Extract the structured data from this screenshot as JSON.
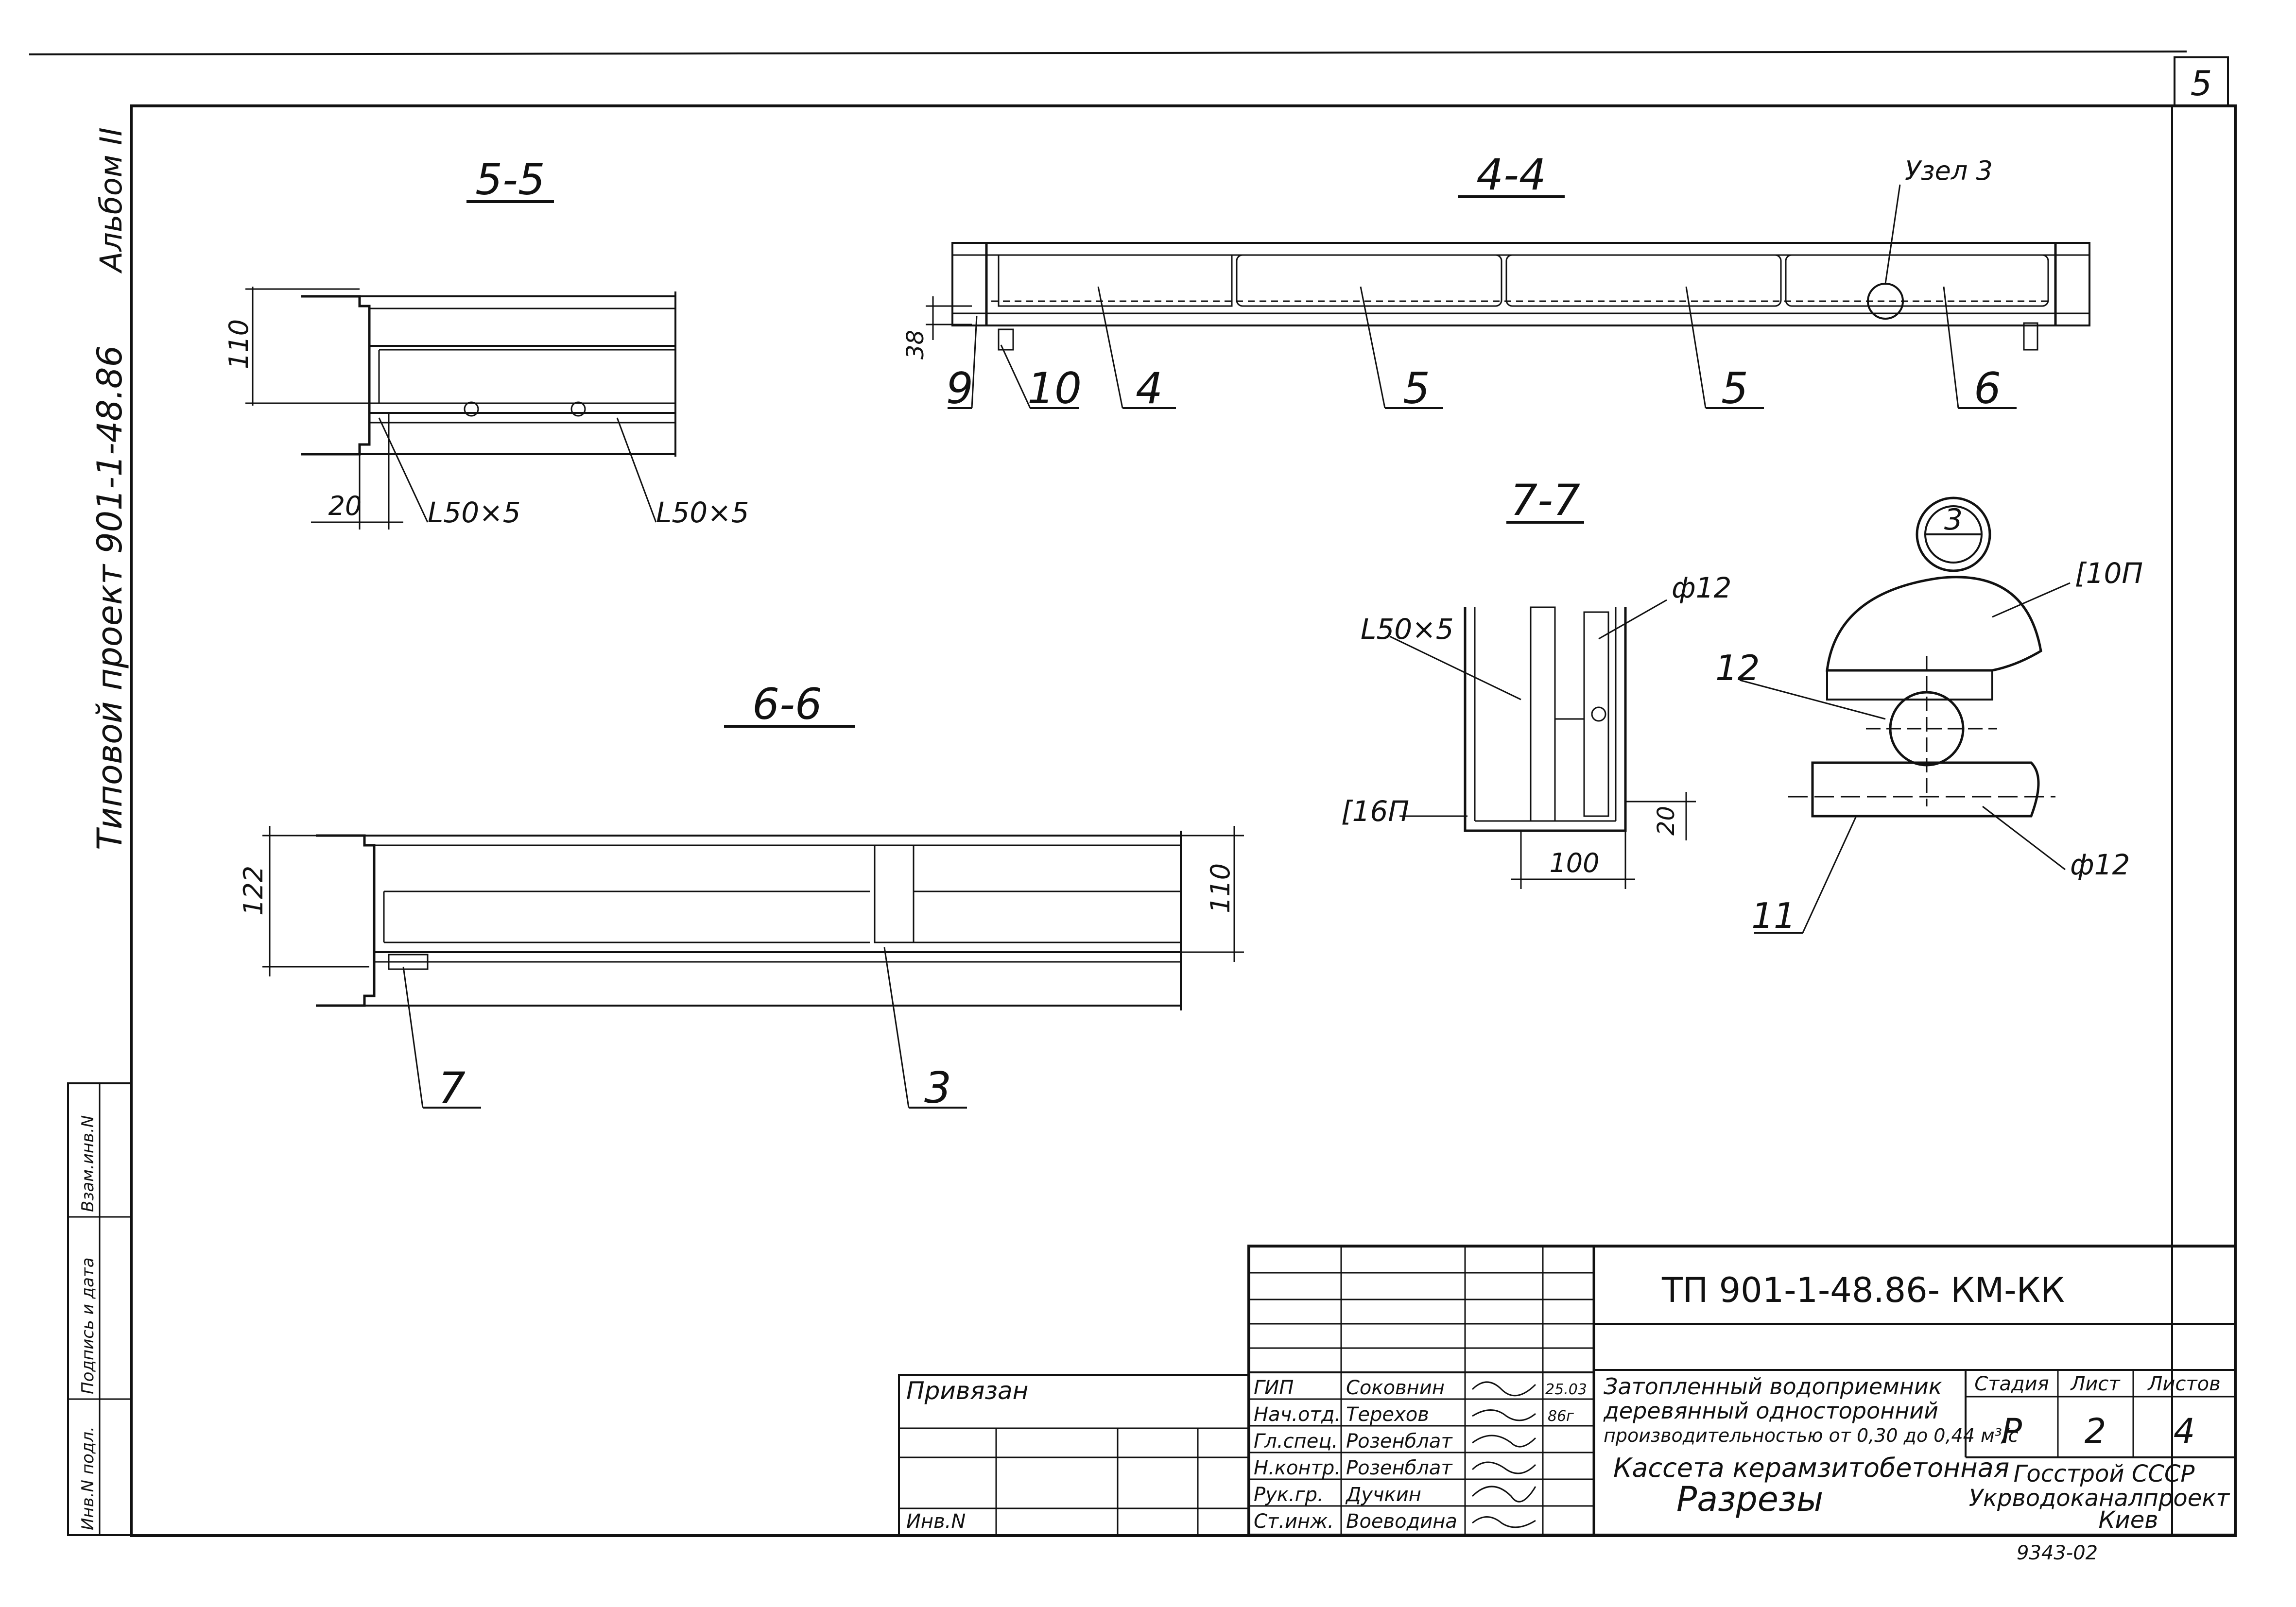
{
  "sheet": {
    "number": "5"
  },
  "side": {
    "album": "Альбом II",
    "project": "Типовой проект 901-1-48.86",
    "stamp_cols": [
      "Инв.N подл.",
      "Подпись и дата",
      "Взам.инв.N"
    ]
  },
  "section_5_5": {
    "title": "5-5",
    "dim_height": "110",
    "dim_offset": "20",
    "profile_left": "L50×5",
    "profile_right": "L50×5"
  },
  "section_4_4": {
    "title": "4-4",
    "node_label": "Узел 3",
    "dim_38": "38",
    "callouts": [
      "9",
      "10",
      "4",
      "5",
      "5",
      "6"
    ]
  },
  "section_7_7": {
    "title": "7-7",
    "angle": "L50×5",
    "rod": "ф12",
    "channel": "[16П",
    "dim_width": "100",
    "dim_20": "20"
  },
  "section_6_6": {
    "title": "6-6",
    "dim_left": "122",
    "dim_right": "110",
    "callout_7": "7",
    "callout_3": "3"
  },
  "node_3": {
    "circle_number": "3",
    "channel": "[10П",
    "label_12": "12",
    "label_11": "11",
    "rod": "ф12"
  },
  "title_block": {
    "code": "ТП 901-1-48.86- КМ-КК",
    "privyazan": "Привязан",
    "inv_label": "Инв.N",
    "roles": [
      "ГИП",
      "Нач.отд.",
      "Гл.спец.",
      "Н.контр.",
      "Рук.гр.",
      "Ст.инж."
    ],
    "names": [
      "Соковнин",
      "Терехов",
      "Розенблат",
      "Розенблат",
      "Дучкин",
      "Воеводина"
    ],
    "date": "25.03",
    "year": "86г",
    "desc_line1": "Затопленный водоприемник",
    "desc_line2": "деревянный односторонний",
    "desc_line3": "производительностью от 0,30 до 0,44 м³/с",
    "desc_line4": "Кассета керамзитобетонная",
    "desc_line5": "Разрезы",
    "stage_label": "Стадия",
    "sheet_label": "Лист",
    "sheets_label": "Листов",
    "stage": "Р",
    "sheet": "2",
    "sheets": "4",
    "org1": "Госстрой СССР",
    "org2": "Укрводоканалпроект",
    "org3": "Киев",
    "bottom_code": "9343-02"
  }
}
